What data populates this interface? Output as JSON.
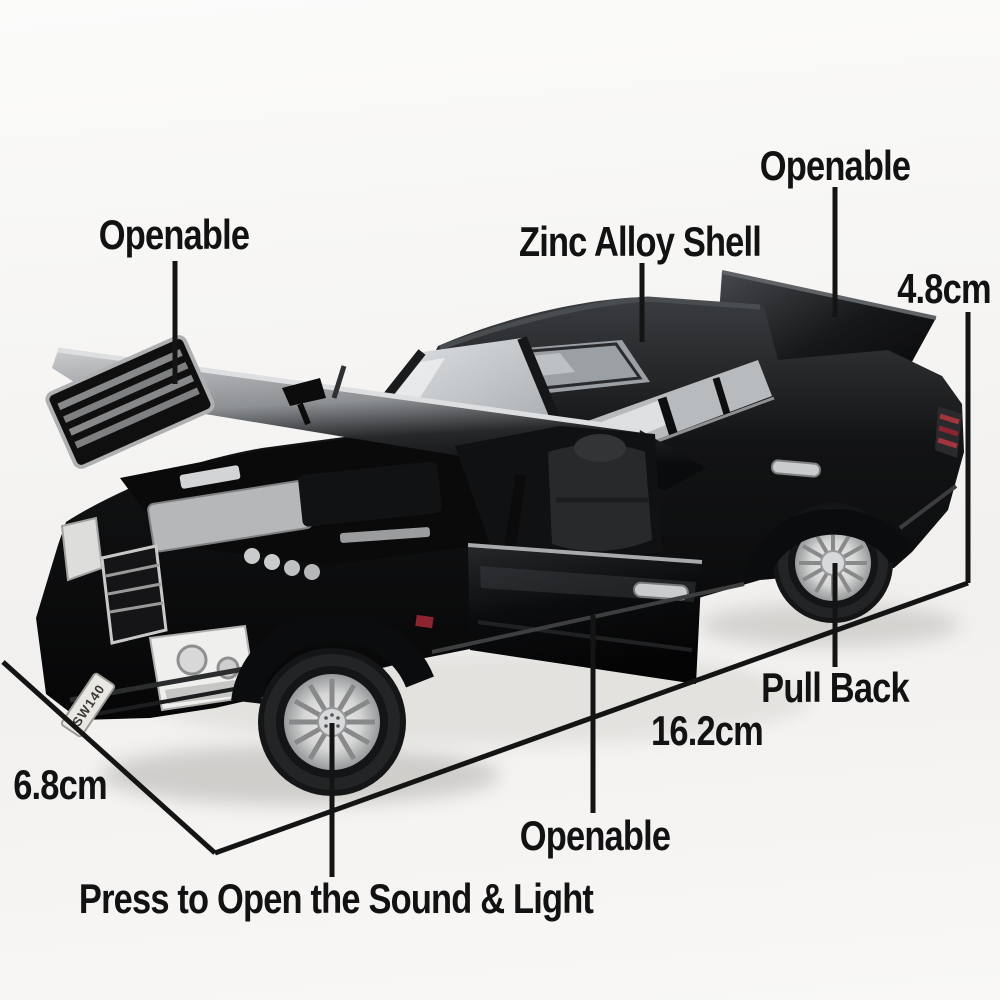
{
  "product": {
    "name": "diecast-model-car",
    "license_plate": "SW140"
  },
  "annotations": {
    "hood": {
      "label": "Openable"
    },
    "roof": {
      "label": "Zinc Alloy Shell"
    },
    "trunk": {
      "label": "Openable"
    },
    "door": {
      "label": "Openable"
    },
    "height": {
      "label": "4.8cm"
    },
    "length": {
      "label": "16.2cm"
    },
    "width": {
      "label": "6.8cm"
    },
    "rear_wheel": {
      "label": "Pull Back"
    },
    "front_wheel": {
      "label": "Press to Open the Sound & Light"
    }
  },
  "colors": {
    "label_color": "#121212",
    "background": "#f5f4f2",
    "car_body": "#0c0d0e",
    "chrome": "#c6c8ca",
    "taillight_red": "#a3343c",
    "glass": "#bcc0c3"
  }
}
